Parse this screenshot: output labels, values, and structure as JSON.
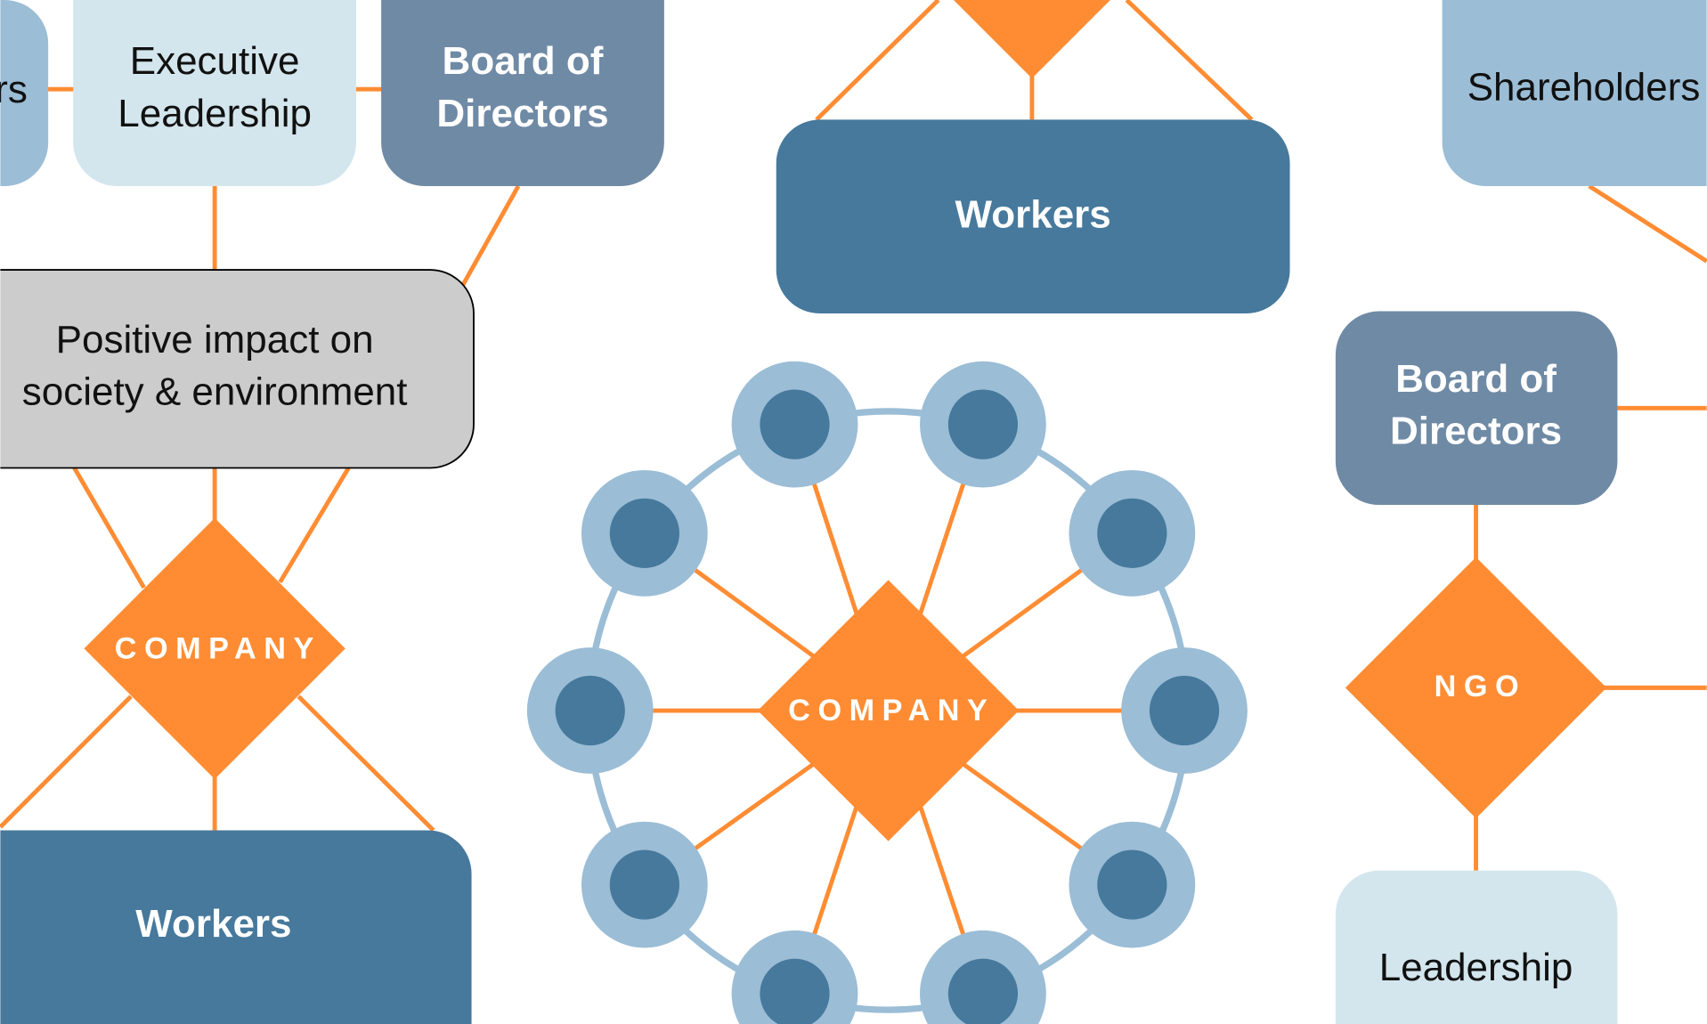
{
  "colors": {
    "orange": "#ff8c33",
    "dark_blue": "#46799c",
    "slate": "#6f8aa5",
    "light_blue": "#9bbdd6",
    "pale_blue": "#d4e6ed",
    "gray": "#cccccc"
  },
  "left_cluster": {
    "partial_box": "rs",
    "executive": [
      "Executive",
      "Leadership"
    ],
    "board": [
      "Board of",
      "Directors"
    ],
    "impact": [
      "Positive impact on",
      "society & environment"
    ],
    "company": "COMPANY",
    "workers": "Workers"
  },
  "center_cluster": {
    "workers": "Workers",
    "company": "COMPANY"
  },
  "right_cluster": {
    "shareholders": "Shareholders",
    "board": [
      "Board of",
      "Directors"
    ],
    "ngo": "NGO",
    "leadership": "Leadership"
  }
}
